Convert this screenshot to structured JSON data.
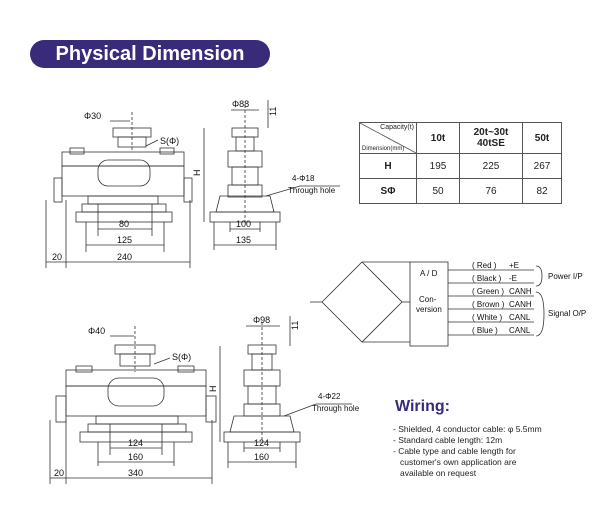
{
  "header": {
    "title": "Physical Dimension"
  },
  "drawing_top": {
    "phi_pin": "Φ30",
    "s_phi": "S(Φ)",
    "phi_side": "Φ88",
    "eleven": "11",
    "h": "H",
    "holes": "4-Φ18",
    "through_hole": "Through hole",
    "dim_80": "80",
    "dim_125": "125",
    "dim_20": "20",
    "dim_240": "240",
    "dim_100": "100",
    "dim_135": "135"
  },
  "drawing_bottom": {
    "phi_pin": "Φ40",
    "s_phi": "S(Φ)",
    "phi_side": "Φ98",
    "eleven": "11",
    "h": "H",
    "holes": "4-Φ22",
    "through_hole": "Through hole",
    "dim_124": "124",
    "dim_160": "160",
    "dim_20": "20",
    "dim_340": "340",
    "dim_124b": "124",
    "dim_160b": "160"
  },
  "table": {
    "corner_top": "Capacity(t)",
    "corner_bottom": "Dimension(mm)",
    "columns": [
      "10t",
      "20t~30t\n40tSE",
      "50t"
    ],
    "rows": [
      {
        "label": "H",
        "values": [
          "195",
          "225",
          "267"
        ]
      },
      {
        "label": "SΦ",
        "values": [
          "50",
          "76",
          "82"
        ]
      }
    ]
  },
  "wiring_diagram": {
    "ad": "A / D",
    "conversion": "Con-\nversion",
    "wires": [
      {
        "color": "( Red )",
        "signal": "+E"
      },
      {
        "color": "( Black )",
        "signal": "-E"
      },
      {
        "color": "( Green )",
        "signal": "CANH"
      },
      {
        "color": "( Brown )",
        "signal": "CANH"
      },
      {
        "color": "( White )",
        "signal": "CANL"
      },
      {
        "color": "( Blue )",
        "signal": "CANL"
      }
    ],
    "power_label": "Power I/P",
    "signal_label": "Signal O/P"
  },
  "wiring": {
    "title": "Wiring:",
    "notes": [
      "- Shielded, 4 conductor cable: φ 5.5mm",
      "- Standard cable length: 12m",
      "- Cable type and cable length for",
      "  customer's own application are",
      "  available on request"
    ]
  }
}
